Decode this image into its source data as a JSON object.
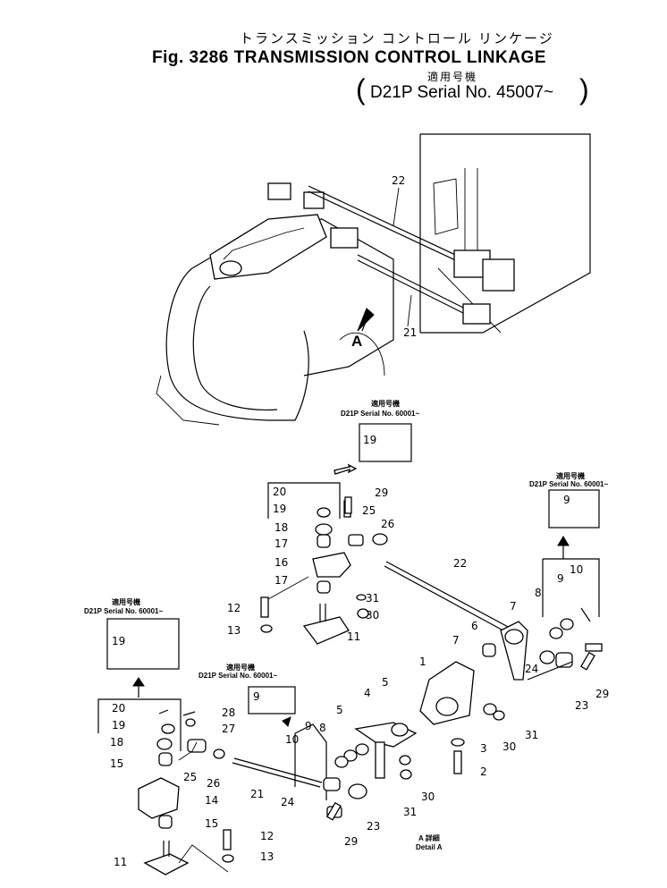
{
  "header": {
    "jp_title": "トランスミッション コントロール リンケージ",
    "title": "Fig. 3286 TRANSMISSION CONTROL LINKAGE",
    "jp_applicable": "適用号機",
    "serial": "D21P  Serial No. 45007~"
  },
  "callouts": {
    "applicable_jp": "適用号機",
    "serial_60001": "D21P  Serial No. 60001~"
  },
  "arrow_label": "A",
  "detail": {
    "jp": "A 詳細",
    "en": "Detail A"
  },
  "parts": {
    "p1": "1",
    "p2": "2",
    "p3": "3",
    "p4": "4",
    "p5": "5",
    "p6": "6",
    "p7": "7",
    "p8": "8",
    "p9": "9",
    "p10": "10",
    "p11": "11",
    "p12": "12",
    "p13": "13",
    "p14": "14",
    "p15": "15",
    "p16": "16",
    "p17": "17",
    "p18": "18",
    "p19": "19",
    "p20": "20",
    "p21": "21",
    "p22": "22",
    "p23": "23",
    "p24": "24",
    "p25": "25",
    "p26": "26",
    "p27": "27",
    "p28": "28",
    "p29": "29",
    "p30": "30",
    "p31": "31"
  }
}
